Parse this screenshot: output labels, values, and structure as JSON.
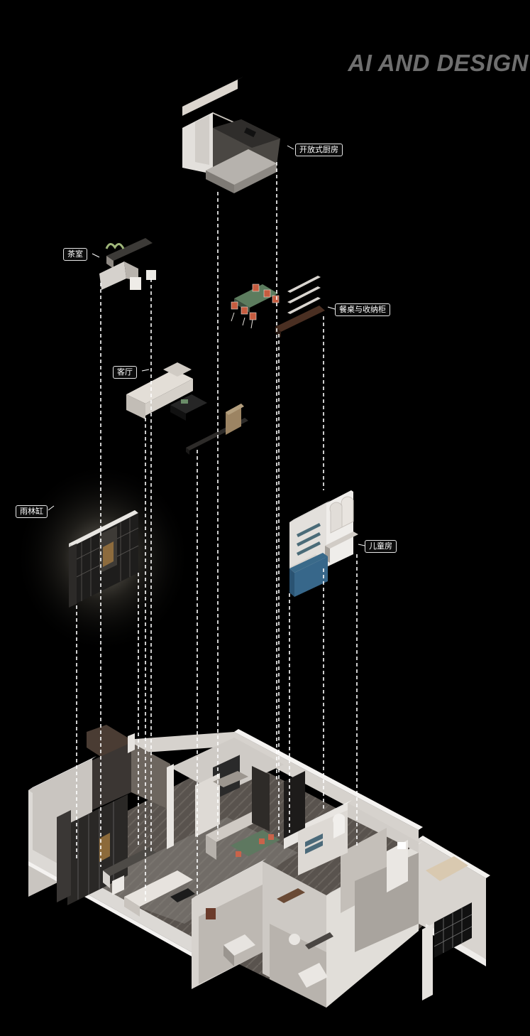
{
  "title": "AI AND DESIGN",
  "labels": {
    "kitchen": "开放式厨房",
    "tea_room": "茶室",
    "dining": "餐桌与收纳柜",
    "living_room": "客厅",
    "rainforest_tank": "雨林缸",
    "kids_room": "儿童房"
  },
  "colors": {
    "background": "#000000",
    "title": "#6f6f6f",
    "label_border": "#e6e6e6",
    "wall": "#d9d6d2",
    "floor": "#5b5550",
    "connector": "#ffffff"
  }
}
